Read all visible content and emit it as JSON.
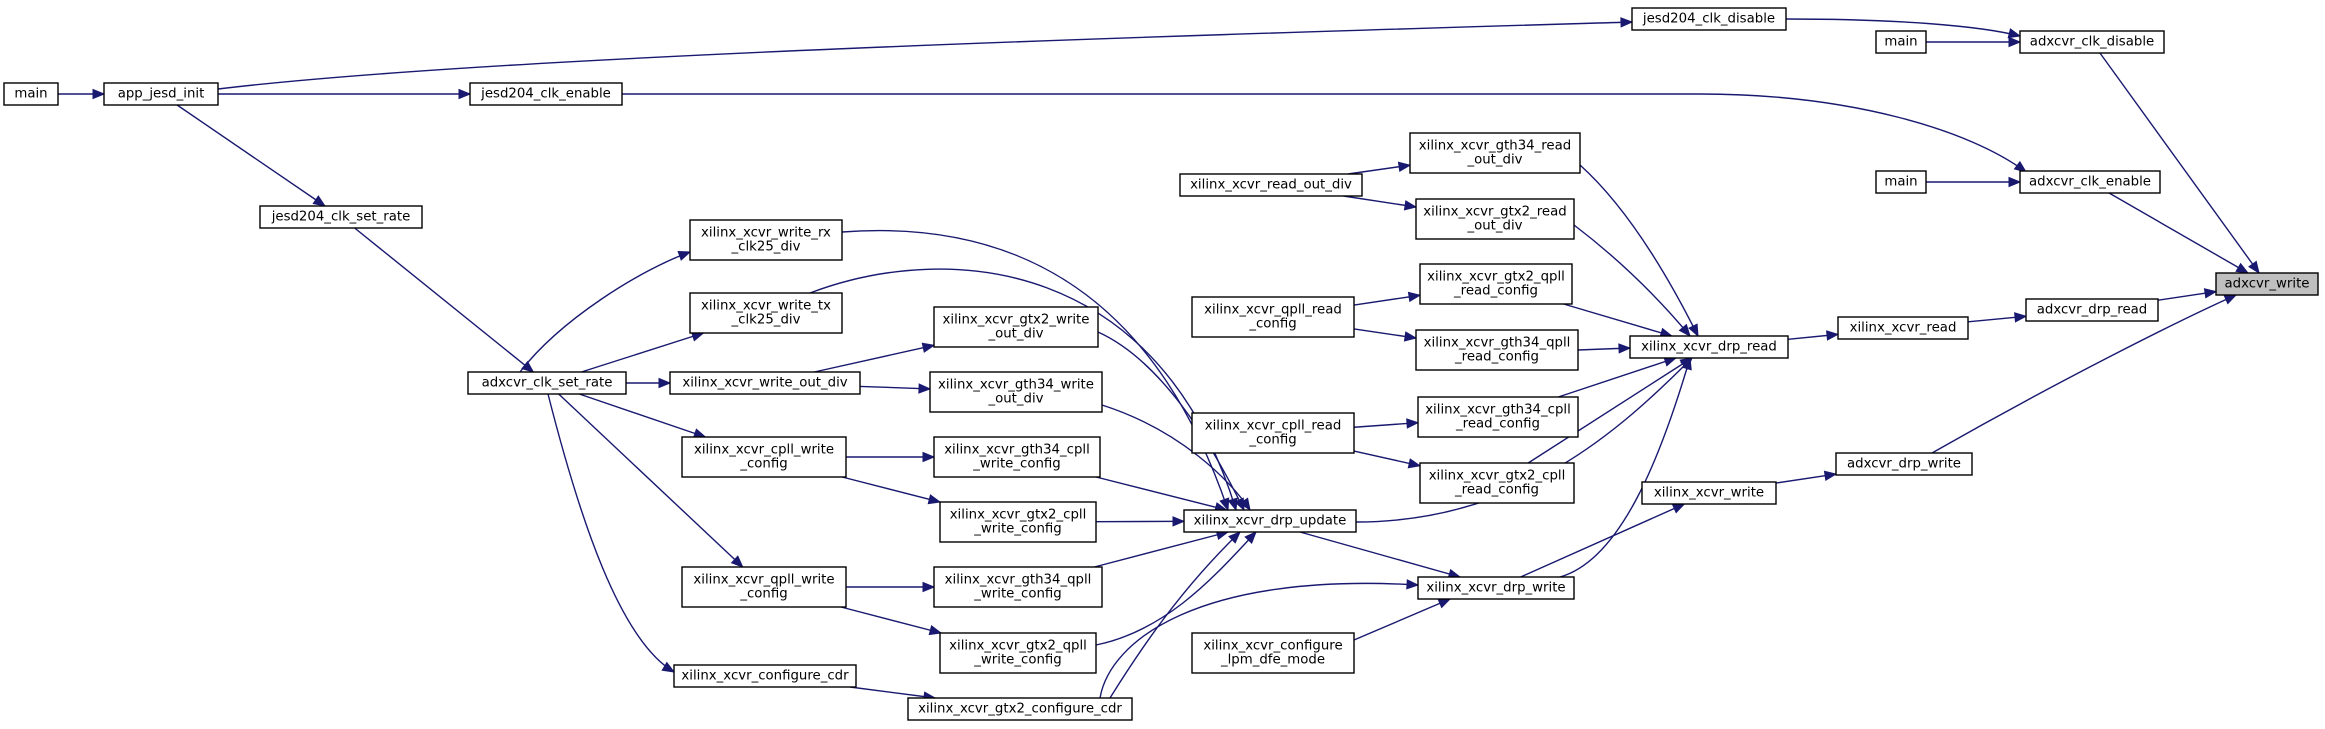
{
  "colors": {
    "edge": "#191970",
    "root_fill": "#bfbfbf",
    "node_fill": "#ffffff",
    "border": "#000000"
  },
  "nodes": [
    {
      "id": "adxcvr_write",
      "lines": [
        "adxcvr_write"
      ],
      "root": true
    },
    {
      "id": "adxcvr_clk_disable",
      "lines": [
        "adxcvr_clk_disable"
      ]
    },
    {
      "id": "adxcvr_clk_enable",
      "lines": [
        "adxcvr_clk_enable"
      ]
    },
    {
      "id": "adxcvr_drp_read",
      "lines": [
        "adxcvr_drp_read"
      ]
    },
    {
      "id": "adxcvr_drp_write",
      "lines": [
        "adxcvr_drp_write"
      ]
    },
    {
      "id": "main_a",
      "lines": [
        "main"
      ]
    },
    {
      "id": "main_b",
      "lines": [
        "main"
      ]
    },
    {
      "id": "jesd204_clk_disable",
      "lines": [
        "jesd204_clk_disable"
      ]
    },
    {
      "id": "jesd204_clk_enable",
      "lines": [
        "jesd204_clk_enable"
      ]
    },
    {
      "id": "app_jesd_init",
      "lines": [
        "app_jesd_init"
      ]
    },
    {
      "id": "main_c",
      "lines": [
        "main"
      ]
    },
    {
      "id": "xilinx_xcvr_read",
      "lines": [
        "xilinx_xcvr_read"
      ]
    },
    {
      "id": "xilinx_xcvr_drp_read",
      "lines": [
        "xilinx_xcvr_drp_read"
      ]
    },
    {
      "id": "xilinx_xcvr_write",
      "lines": [
        "xilinx_xcvr_write"
      ]
    },
    {
      "id": "xilinx_xcvr_drp_write",
      "lines": [
        "xilinx_xcvr_drp_write"
      ]
    },
    {
      "id": "xilinx_xcvr_drp_update",
      "lines": [
        "xilinx_xcvr_drp_update"
      ]
    },
    {
      "id": "xilinx_xcvr_gth34_read_out_div",
      "lines": [
        "xilinx_xcvr_gth34_read",
        "_out_div"
      ]
    },
    {
      "id": "xilinx_xcvr_gtx2_read_out_div",
      "lines": [
        "xilinx_xcvr_gtx2_read",
        "_out_div"
      ]
    },
    {
      "id": "xilinx_xcvr_read_out_div",
      "lines": [
        "xilinx_xcvr_read_out_div"
      ]
    },
    {
      "id": "xilinx_xcvr_gtx2_qpll_read_config",
      "lines": [
        "xilinx_xcvr_gtx2_qpll",
        "_read_config"
      ]
    },
    {
      "id": "xilinx_xcvr_gth34_qpll_read_config",
      "lines": [
        "xilinx_xcvr_gth34_qpll",
        "_read_config"
      ]
    },
    {
      "id": "xilinx_xcvr_qpll_read_config",
      "lines": [
        "xilinx_xcvr_qpll_read",
        "_config"
      ]
    },
    {
      "id": "xilinx_xcvr_gth34_cpll_read_config",
      "lines": [
        "xilinx_xcvr_gth34_cpll",
        "_read_config"
      ]
    },
    {
      "id": "xilinx_xcvr_gtx2_cpll_read_config",
      "lines": [
        "xilinx_xcvr_gtx2_cpll",
        "_read_config"
      ]
    },
    {
      "id": "xilinx_xcvr_cpll_read_config",
      "lines": [
        "xilinx_xcvr_cpll_read",
        "_config"
      ]
    },
    {
      "id": "xilinx_xcvr_configure_lpm_dfe_mode",
      "lines": [
        "xilinx_xcvr_configure",
        "_lpm_dfe_mode"
      ]
    },
    {
      "id": "xilinx_xcvr_write_rx_clk25_div",
      "lines": [
        "xilinx_xcvr_write_rx",
        "_clk25_div"
      ]
    },
    {
      "id": "xilinx_xcvr_write_tx_clk25_div",
      "lines": [
        "xilinx_xcvr_write_tx",
        "_clk25_div"
      ]
    },
    {
      "id": "xilinx_xcvr_gtx2_write_out_div",
      "lines": [
        "xilinx_xcvr_gtx2_write",
        "_out_div"
      ]
    },
    {
      "id": "xilinx_xcvr_gth34_write_out_div",
      "lines": [
        "xilinx_xcvr_gth34_write",
        "_out_div"
      ]
    },
    {
      "id": "xilinx_xcvr_write_out_div",
      "lines": [
        "xilinx_xcvr_write_out_div"
      ]
    },
    {
      "id": "xilinx_xcvr_gth34_cpll_write_config",
      "lines": [
        "xilinx_xcvr_gth34_cpll",
        "_write_config"
      ]
    },
    {
      "id": "xilinx_xcvr_gtx2_cpll_write_config",
      "lines": [
        "xilinx_xcvr_gtx2_cpll",
        "_write_config"
      ]
    },
    {
      "id": "xilinx_xcvr_cpll_write_config",
      "lines": [
        "xilinx_xcvr_cpll_write",
        "_config"
      ]
    },
    {
      "id": "xilinx_xcvr_gth34_qpll_write_config",
      "lines": [
        "xilinx_xcvr_gth34_qpll",
        "_write_config"
      ]
    },
    {
      "id": "xilinx_xcvr_gtx2_qpll_write_config",
      "lines": [
        "xilinx_xcvr_gtx2_qpll",
        "_write_config"
      ]
    },
    {
      "id": "xilinx_xcvr_qpll_write_config",
      "lines": [
        "xilinx_xcvr_qpll_write",
        "_config"
      ]
    },
    {
      "id": "xilinx_xcvr_gtx2_configure_cdr",
      "lines": [
        "xilinx_xcvr_gtx2_configure_cdr"
      ]
    },
    {
      "id": "xilinx_xcvr_configure_cdr",
      "lines": [
        "xilinx_xcvr_configure_cdr"
      ]
    },
    {
      "id": "adxcvr_clk_set_rate",
      "lines": [
        "adxcvr_clk_set_rate"
      ]
    },
    {
      "id": "jesd204_clk_set_rate",
      "lines": [
        "jesd204_clk_set_rate"
      ]
    }
  ],
  "edges": [
    {
      "from": "adxcvr_clk_disable",
      "to": "adxcvr_write"
    },
    {
      "from": "adxcvr_clk_enable",
      "to": "adxcvr_write"
    },
    {
      "from": "adxcvr_drp_read",
      "to": "adxcvr_write"
    },
    {
      "from": "adxcvr_drp_write",
      "to": "adxcvr_write"
    },
    {
      "from": "main_a",
      "to": "adxcvr_clk_disable"
    },
    {
      "from": "jesd204_clk_disable",
      "to": "adxcvr_clk_disable"
    },
    {
      "from": "main_b",
      "to": "adxcvr_clk_enable"
    },
    {
      "from": "jesd204_clk_enable",
      "to": "adxcvr_clk_enable"
    },
    {
      "from": "app_jesd_init",
      "to": "jesd204_clk_disable"
    },
    {
      "from": "app_jesd_init",
      "to": "jesd204_clk_enable"
    },
    {
      "from": "main_c",
      "to": "app_jesd_init"
    },
    {
      "from": "xilinx_xcvr_read",
      "to": "adxcvr_drp_read"
    },
    {
      "from": "xilinx_xcvr_drp_read",
      "to": "xilinx_xcvr_read"
    },
    {
      "from": "xilinx_xcvr_write",
      "to": "adxcvr_drp_write"
    },
    {
      "from": "xilinx_xcvr_drp_write",
      "to": "xilinx_xcvr_write"
    },
    {
      "from": "xilinx_xcvr_gth34_read_out_div",
      "to": "xilinx_xcvr_drp_read"
    },
    {
      "from": "xilinx_xcvr_gtx2_read_out_div",
      "to": "xilinx_xcvr_drp_read"
    },
    {
      "from": "xilinx_xcvr_gtx2_qpll_read_config",
      "to": "xilinx_xcvr_drp_read"
    },
    {
      "from": "xilinx_xcvr_gth34_qpll_read_config",
      "to": "xilinx_xcvr_drp_read"
    },
    {
      "from": "xilinx_xcvr_gth34_cpll_read_config",
      "to": "xilinx_xcvr_drp_read"
    },
    {
      "from": "xilinx_xcvr_gtx2_cpll_read_config",
      "to": "xilinx_xcvr_drp_read"
    },
    {
      "from": "xilinx_xcvr_drp_update",
      "to": "xilinx_xcvr_drp_read"
    },
    {
      "from": "xilinx_xcvr_drp_write",
      "to": "xilinx_xcvr_drp_read"
    },
    {
      "from": "xilinx_xcvr_read_out_div",
      "to": "xilinx_xcvr_gth34_read_out_div"
    },
    {
      "from": "xilinx_xcvr_read_out_div",
      "to": "xilinx_xcvr_gtx2_read_out_div"
    },
    {
      "from": "xilinx_xcvr_qpll_read_config",
      "to": "xilinx_xcvr_gtx2_qpll_read_config"
    },
    {
      "from": "xilinx_xcvr_qpll_read_config",
      "to": "xilinx_xcvr_gth34_qpll_read_config"
    },
    {
      "from": "xilinx_xcvr_cpll_read_config",
      "to": "xilinx_xcvr_gth34_cpll_read_config"
    },
    {
      "from": "xilinx_xcvr_cpll_read_config",
      "to": "xilinx_xcvr_gtx2_cpll_read_config"
    },
    {
      "from": "xilinx_xcvr_drp_update",
      "to": "xilinx_xcvr_drp_write"
    },
    {
      "from": "xilinx_xcvr_configure_lpm_dfe_mode",
      "to": "xilinx_xcvr_drp_write"
    },
    {
      "from": "xilinx_xcvr_gtx2_configure_cdr",
      "to": "xilinx_xcvr_drp_write"
    },
    {
      "from": "xilinx_xcvr_write_rx_clk25_div",
      "to": "xilinx_xcvr_drp_update"
    },
    {
      "from": "xilinx_xcvr_write_tx_clk25_div",
      "to": "xilinx_xcvr_drp_update"
    },
    {
      "from": "xilinx_xcvr_gtx2_write_out_div",
      "to": "xilinx_xcvr_drp_update"
    },
    {
      "from": "xilinx_xcvr_gth34_write_out_div",
      "to": "xilinx_xcvr_drp_update"
    },
    {
      "from": "xilinx_xcvr_gth34_cpll_write_config",
      "to": "xilinx_xcvr_drp_update"
    },
    {
      "from": "xilinx_xcvr_gtx2_cpll_write_config",
      "to": "xilinx_xcvr_drp_update"
    },
    {
      "from": "xilinx_xcvr_gth34_qpll_write_config",
      "to": "xilinx_xcvr_drp_update"
    },
    {
      "from": "xilinx_xcvr_gtx2_qpll_write_config",
      "to": "xilinx_xcvr_drp_update"
    },
    {
      "from": "xilinx_xcvr_gtx2_configure_cdr",
      "to": "xilinx_xcvr_drp_update"
    },
    {
      "from": "xilinx_xcvr_write_out_div",
      "to": "xilinx_xcvr_gtx2_write_out_div"
    },
    {
      "from": "xilinx_xcvr_write_out_div",
      "to": "xilinx_xcvr_gth34_write_out_div"
    },
    {
      "from": "xilinx_xcvr_cpll_write_config",
      "to": "xilinx_xcvr_gth34_cpll_write_config"
    },
    {
      "from": "xilinx_xcvr_cpll_write_config",
      "to": "xilinx_xcvr_gtx2_cpll_write_config"
    },
    {
      "from": "xilinx_xcvr_qpll_write_config",
      "to": "xilinx_xcvr_gth34_qpll_write_config"
    },
    {
      "from": "xilinx_xcvr_qpll_write_config",
      "to": "xilinx_xcvr_gtx2_qpll_write_config"
    },
    {
      "from": "xilinx_xcvr_configure_cdr",
      "to": "xilinx_xcvr_gtx2_configure_cdr"
    },
    {
      "from": "adxcvr_clk_set_rate",
      "to": "xilinx_xcvr_write_rx_clk25_div"
    },
    {
      "from": "adxcvr_clk_set_rate",
      "to": "xilinx_xcvr_write_tx_clk25_div"
    },
    {
      "from": "adxcvr_clk_set_rate",
      "to": "xilinx_xcvr_write_out_div"
    },
    {
      "from": "adxcvr_clk_set_rate",
      "to": "xilinx_xcvr_cpll_write_config"
    },
    {
      "from": "adxcvr_clk_set_rate",
      "to": "xilinx_xcvr_qpll_write_config"
    },
    {
      "from": "adxcvr_clk_set_rate",
      "to": "xilinx_xcvr_configure_cdr"
    },
    {
      "from": "jesd204_clk_set_rate",
      "to": "adxcvr_clk_set_rate"
    },
    {
      "from": "app_jesd_init",
      "to": "jesd204_clk_set_rate"
    }
  ]
}
